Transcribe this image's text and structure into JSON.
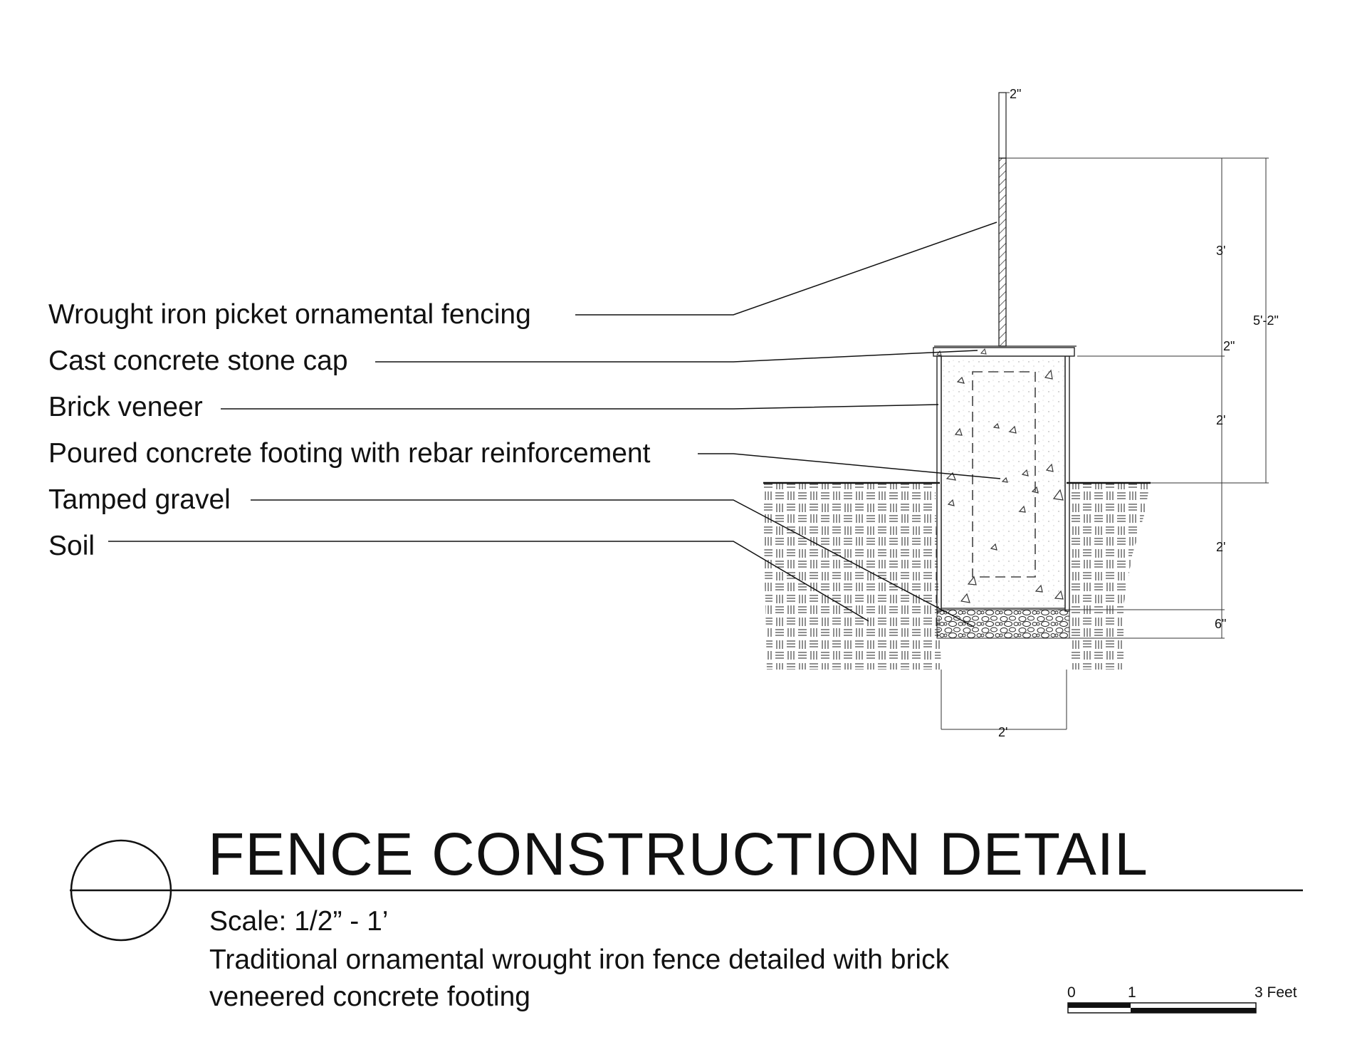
{
  "callouts": [
    {
      "id": "fencing",
      "label": "Wrought iron picket ornamental fencing"
    },
    {
      "id": "cap",
      "label": "Cast concrete stone cap"
    },
    {
      "id": "veneer",
      "label": "Brick veneer"
    },
    {
      "id": "footing",
      "label": "Poured concrete footing with rebar reinforcement"
    },
    {
      "id": "gravel",
      "label": "Tamped gravel"
    },
    {
      "id": "soil",
      "label": "Soil"
    }
  ],
  "dimensions": {
    "picket_width": "2\"",
    "fence_height": "3'",
    "overall_height": "5'-2\"",
    "cap_thickness": "2\"",
    "pier_above_grade": "2'",
    "footing_below_grade": "2'",
    "gravel_depth": "6\"",
    "footing_width": "2'"
  },
  "title_block": {
    "title": "FENCE CONSTRUCTION DETAIL",
    "scale": "Scale: 1/2” - 1’",
    "description_line1": "Traditional ornamental wrought iron fence detailed with brick",
    "description_line2": "veneered concrete footing"
  },
  "scale_bar": {
    "label_0": "0",
    "label_1": "1",
    "label_3": "3 Feet"
  }
}
